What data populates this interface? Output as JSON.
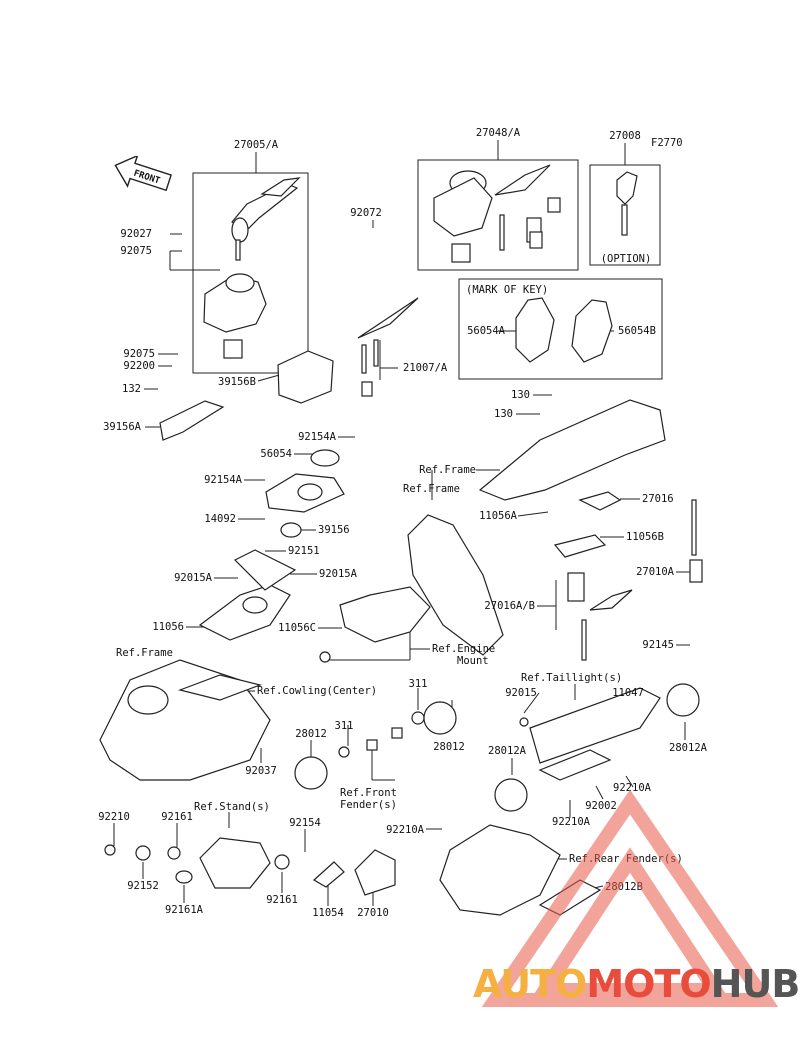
{
  "figure_code": "F2770",
  "front_label": "FRONT",
  "parts": {
    "p27005A": "27005/A",
    "p27048A": "27048/A",
    "p27008": "27008",
    "p92072": "92072",
    "p92027": "92027",
    "p92075a": "92075",
    "p92075b": "92075",
    "p92200": "92200",
    "p132": "132",
    "p39156B": "39156B",
    "p39156A": "39156A",
    "p21007A": "21007/A",
    "p56054A": "56054A",
    "p56054B": "56054B",
    "p130a": "130",
    "p130b": "130",
    "p27016": "27016",
    "p11056A": "11056A",
    "p11056B": "11056B",
    "p27010A": "27010A",
    "p27016AB": "27016A/B",
    "p92145": "92145",
    "p92154Aa": "92154A",
    "p56054": "56054",
    "p92154Ab": "92154A",
    "p14092": "14092",
    "p39156": "39156",
    "p92151": "92151",
    "p92015Aa": "92015A",
    "p92015Ab": "92015A",
    "p11056": "11056",
    "p11056C": "11056C",
    "p92037": "92037",
    "p28012a": "28012",
    "p311a": "311",
    "p311b": "311",
    "p28012b": "28012",
    "p92015": "92015",
    "p11047": "11047",
    "p28012Aa": "28012A",
    "p28012Ab": "28012A",
    "p92210Aa": "92210A",
    "p92002": "92002",
    "p92210Ab": "92210A",
    "p92210Ac": "92210A",
    "p28012B": "28012B",
    "p92210": "92210",
    "p92161a": "92161",
    "p92152": "92152",
    "p92161A": "92161A",
    "p92154": "92154",
    "p92161b": "92161",
    "p11054": "11054",
    "p27010": "27010"
  },
  "refs": {
    "frame1": "Ref.Frame",
    "frame2": "Ref.Frame",
    "frame3": "Ref.Frame",
    "engine_mount_1": "Ref.Engine",
    "engine_mount_2": "Mount",
    "cowling": "Ref.Cowling(Center)",
    "front_fender_1": "Ref.Front",
    "front_fender_2": "Fender(s)",
    "stand": "Ref.Stand(s)",
    "taillight": "Ref.Taillight(s)",
    "rear_fender": "Ref.Rear Fender(s)"
  },
  "notes": {
    "option": "(OPTION)",
    "mark_of_key": "(MARK OF KEY)"
  },
  "watermark": {
    "part1": "AUTO",
    "part2": "MOTO",
    "part3": "HUB",
    "colors": {
      "auto": "#f5b041",
      "moto": "#e74c3c",
      "hub": "#555555",
      "triangle": "#e85b4a"
    }
  }
}
